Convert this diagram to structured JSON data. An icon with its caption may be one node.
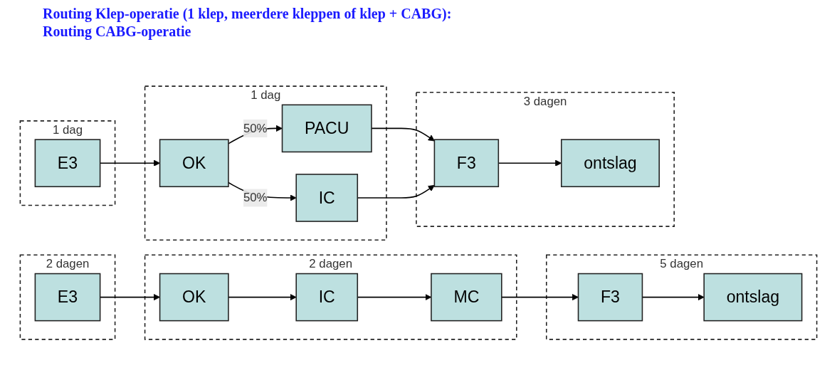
{
  "diagram": {
    "nodes": [
      {
        "text": [
          "2 dagen"
        ]
      },
      {
        "text": [
          "E3"
        ],
        "in": 0
      },
      {
        "text": [
          "2 dagen"
        ]
      },
      {
        "text": [
          "OK"
        ],
        "in": 2
      },
      {
        "text": [
          "IC"
        ],
        "in": 2
      },
      {
        "text": [
          "MC"
        ],
        "in": 2
      },
      {
        "text": [
          "5 dagen"
        ]
      },
      {
        "text": [
          "F3"
        ],
        "in": 6
      },
      {
        "text": [
          "ontslag"
        ],
        "in": 6
      },
      {
        "text": [
          "1 dag"
        ]
      },
      {
        "text": [
          "E3"
        ],
        "in": 9
      },
      {
        "text": [
          "1 dag"
        ]
      },
      {
        "text": [
          "OK"
        ],
        "in": 11
      },
      {
        "text": [
          "PACU"
        ],
        "in": 11
      },
      {
        "text": [
          "IC"
        ],
        "in": 11
      },
      {
        "text": [
          "3 dagen"
        ]
      },
      {
        "text": [
          "F3"
        ],
        "in": 15
      },
      {
        "text": [
          "ontslag"
        ],
        "in": 15
      }
    ],
    "edges": [
      {
        "from": 1,
        "to": 3,
        "arrow": "to"
      },
      {
        "from": 3,
        "to": 4,
        "arrow": "to"
      },
      {
        "from": 4,
        "to": 5,
        "arrow": "to"
      },
      {
        "from": 5,
        "to": 7,
        "arrow": "to"
      },
      {
        "from": 7,
        "to": 8,
        "arrow": "to"
      },
      {
        "from": 10,
        "to": 12,
        "arrow": "to"
      },
      {
        "from": 12,
        "to": 13,
        "label": "50%",
        "arrow": "to"
      },
      {
        "from": 12,
        "to": 14,
        "label": "50%",
        "arrow": "to"
      },
      {
        "from": 13,
        "to": 16,
        "arrow": "to"
      },
      {
        "from": 14,
        "to": 16,
        "arrow": "to"
      },
      {
        "from": 16,
        "to": 17,
        "arrow": "to"
      }
    ],
    "labels": [
      "Routing Klep-operatie (1 klep, meerdere kleppen of klep + CABG):",
      "Routing CABG-operatie"
    ]
  }
}
